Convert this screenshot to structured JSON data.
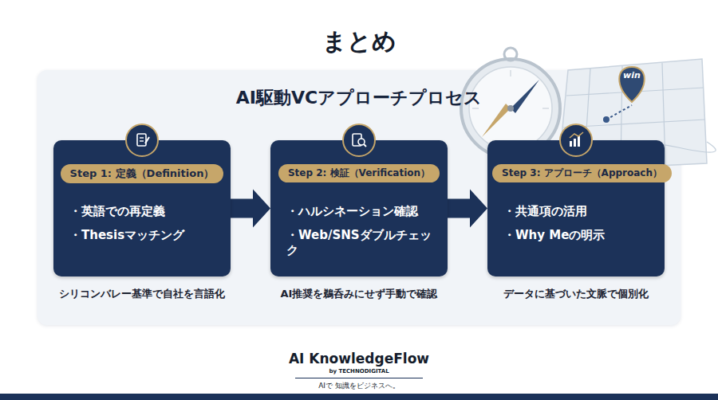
{
  "diagram": {
    "title": "まとめ",
    "nodes": [
      {
        "text": [
          "AI駆動VCアプローチプロセス"
        ]
      },
      {
        "text": [
          "・英語での再定義",
          "・Thesisマッチング"
        ],
        "in": 0
      },
      {
        "text": [
          "Step 1: 定義（Definition）"
        ],
        "in": 1
      },
      {
        "text": [
          "・ハルシネーション確認",
          "・Web/SNSダブルチェック"
        ],
        "in": 0
      },
      {
        "text": [
          "Step 2: 検証（Verification）"
        ],
        "in": 3
      },
      {
        "text": [
          "・共通項の活用",
          "・Why Meの明示"
        ],
        "in": 0
      },
      {
        "text": [
          "Step 3: アプローチ（Approach）"
        ],
        "in": 5
      }
    ],
    "edges": [
      {
        "from": 1,
        "to": 3,
        "arrow": "to"
      },
      {
        "from": 3,
        "to": 5,
        "arrow": "to"
      }
    ],
    "labels": [
      "シリコンバレー基準で自社を言語化",
      "AI推奨を鵜呑みにせず手動で確認",
      "データに基づいた文脈で個別化",
      "win",
      "AI KnowledgeFlow",
      "by TECHNODIGITAL",
      "AIで 知識をビジネスへ。"
    ]
  }
}
